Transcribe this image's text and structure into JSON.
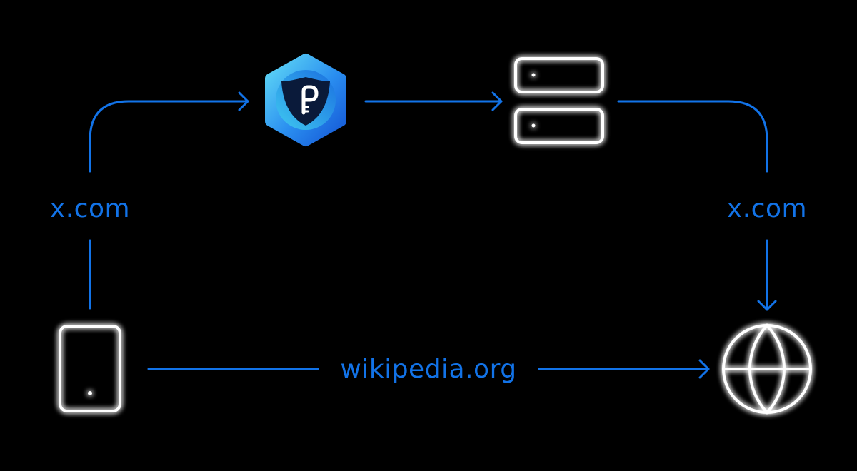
{
  "labels": {
    "left_route": "x.com",
    "right_route": "x.com",
    "direct_route": "wikipedia.org"
  },
  "nodes": {
    "device": "phone-icon",
    "vpn": "vpn-shield-logo-icon",
    "server": "server-icon",
    "internet": "globe-icon"
  },
  "colors": {
    "background": "#000000",
    "route_line": "#1273e8",
    "icon_stroke": "#ffffff",
    "logo_gradient_light": "#5fd8f5",
    "logo_gradient_dark": "#1558d6",
    "logo_shield": "#0a1a3a"
  }
}
